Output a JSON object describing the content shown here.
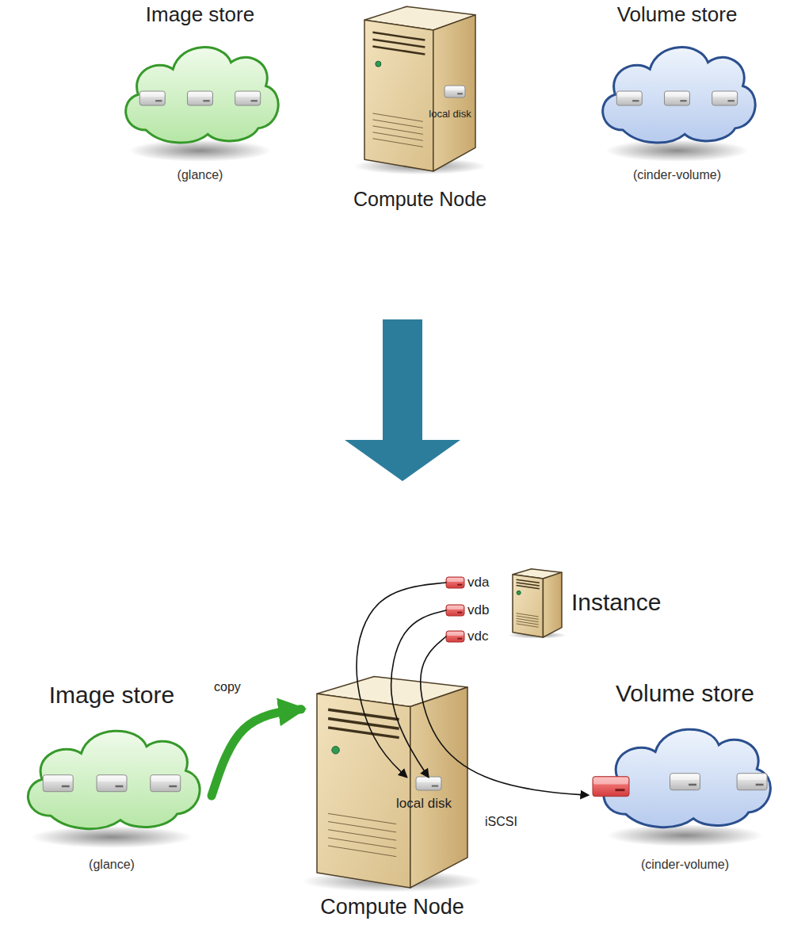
{
  "diagram": {
    "nodes": [
      {
        "text": [
          "Image store",
          "(glance)"
        ]
      },
      {
        "text": [
          "Compute Node"
        ]
      },
      {
        "text": [
          "local disk"
        ],
        "in": 1
      },
      {
        "text": [
          "Volume store",
          "(cinder-volume)"
        ]
      },
      {
        "text": [
          "Image store",
          "(glance)"
        ]
      },
      {
        "text": [
          "vda"
        ]
      },
      {
        "text": [
          "vdb"
        ]
      },
      {
        "text": [
          "vdc"
        ]
      },
      {
        "text": [
          "Instance"
        ]
      },
      {
        "text": [
          "Compute Node"
        ]
      },
      {
        "text": [
          "local disk"
        ],
        "in": 9
      },
      {
        "text": [
          "Volume store",
          "(cinder-volume)"
        ]
      }
    ],
    "edges": [
      {
        "from": 4,
        "to": 9,
        "label": "copy",
        "arrow": "to"
      },
      {
        "from": 5,
        "to": 10,
        "arrow": "to"
      },
      {
        "from": 6,
        "to": 10,
        "arrow": "to"
      },
      {
        "from": 7,
        "to": 11,
        "label": "iSCSI",
        "arrow": "to"
      }
    ]
  }
}
